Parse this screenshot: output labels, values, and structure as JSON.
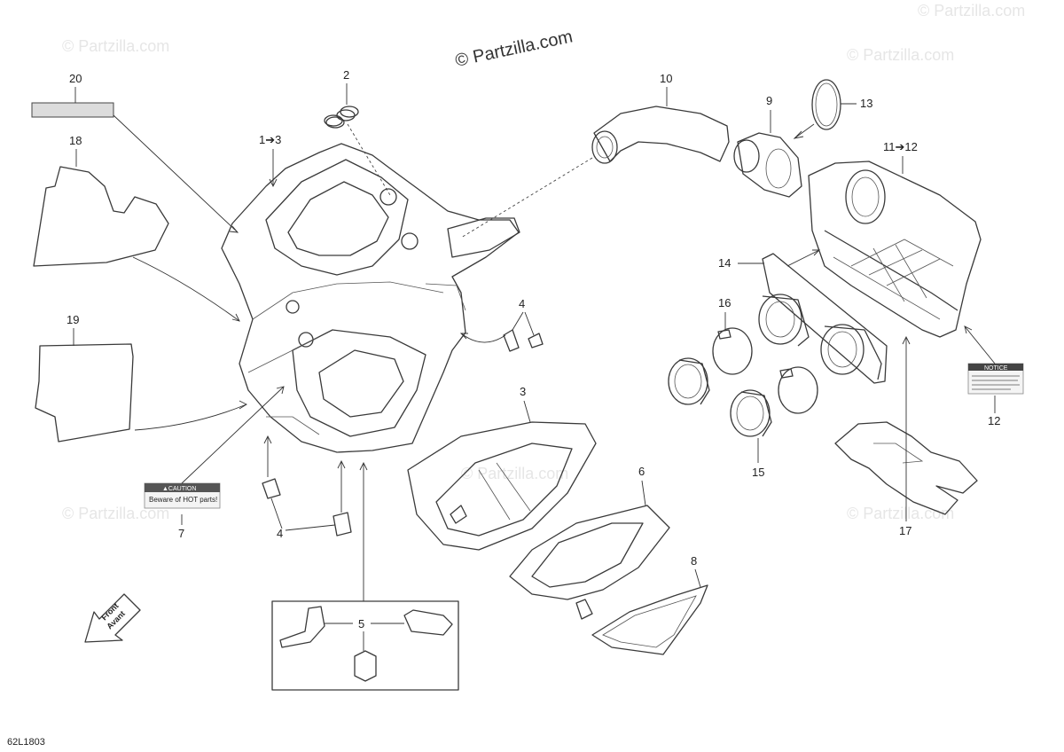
{
  "watermark": {
    "main": "© Partzilla.com",
    "faded": "© Partzilla.com"
  },
  "diagram_code": "62L1803",
  "callouts": {
    "c1_3": "1➔3",
    "c2": "2",
    "c3": "3",
    "c4a": "4",
    "c4b": "4",
    "c5": "5",
    "c6": "6",
    "c7": "7",
    "c8": "8",
    "c9": "9",
    "c10": "10",
    "c11_12": "11➔12",
    "c12": "12",
    "c13": "13",
    "c14": "14",
    "c15": "15",
    "c16": "16",
    "c17": "17",
    "c18": "18",
    "c19": "19",
    "c20": "20"
  },
  "caution_label": {
    "heading": "▲CAUTION",
    "body": "Beware of HOT parts!"
  },
  "notice_label": {
    "heading": "NOTICE"
  },
  "front_arrow": {
    "line1": "Front",
    "line2": "Avant"
  },
  "colors": {
    "line": "#3a3a3a",
    "watermark": "#e6e6e6",
    "label_dark": "#333333"
  }
}
